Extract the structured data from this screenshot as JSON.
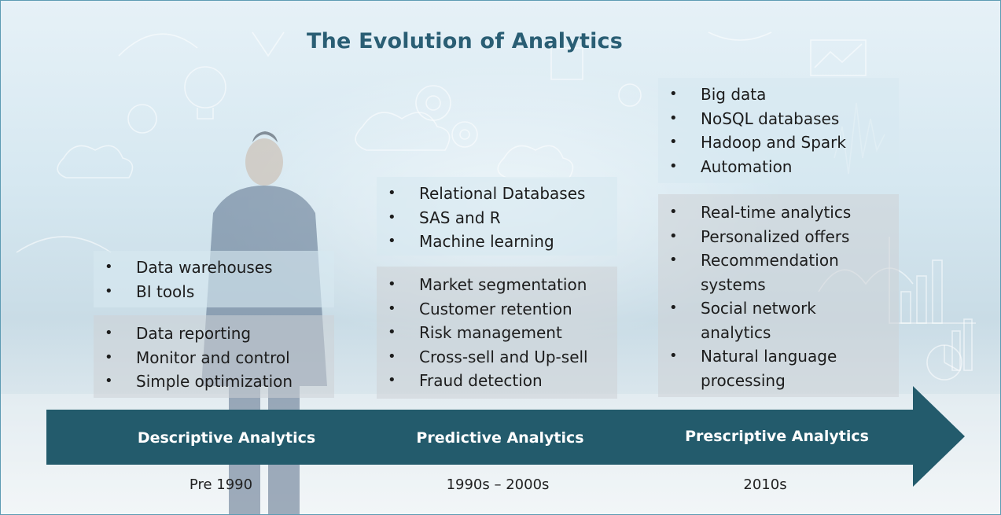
{
  "title": "The Evolution of Analytics",
  "colors": {
    "title": "#2a5e74",
    "arrow": "#235b6c",
    "stage_text": "#ffffff"
  },
  "stages": [
    {
      "name": "Descriptive Analytics",
      "era": "Pre 1990",
      "technologies": [
        "Data warehouses",
        "BI tools"
      ],
      "applications": [
        "Data reporting",
        "Monitor and control",
        "Simple optimization"
      ]
    },
    {
      "name": "Predictive Analytics",
      "era": "1990s – 2000s",
      "technologies": [
        "Relational Databases",
        "SAS and R",
        "Machine learning"
      ],
      "applications": [
        "Market segmentation",
        "Customer retention",
        "Risk management",
        "Cross-sell and Up-sell",
        "Fraud detection"
      ]
    },
    {
      "name": "Prescriptive Analytics",
      "era": "2010s",
      "technologies": [
        "Big data",
        "NoSQL databases",
        "Hadoop and Spark",
        "Automation"
      ],
      "applications": [
        "Real-time analytics",
        "Personalized offers",
        "Recommendation systems",
        "Social network analytics",
        "Natural language processing"
      ]
    }
  ],
  "icons": {
    "background": "analytics-doodle-illustration",
    "person": "businessman-figure",
    "timeline": "timeline-arrow"
  }
}
